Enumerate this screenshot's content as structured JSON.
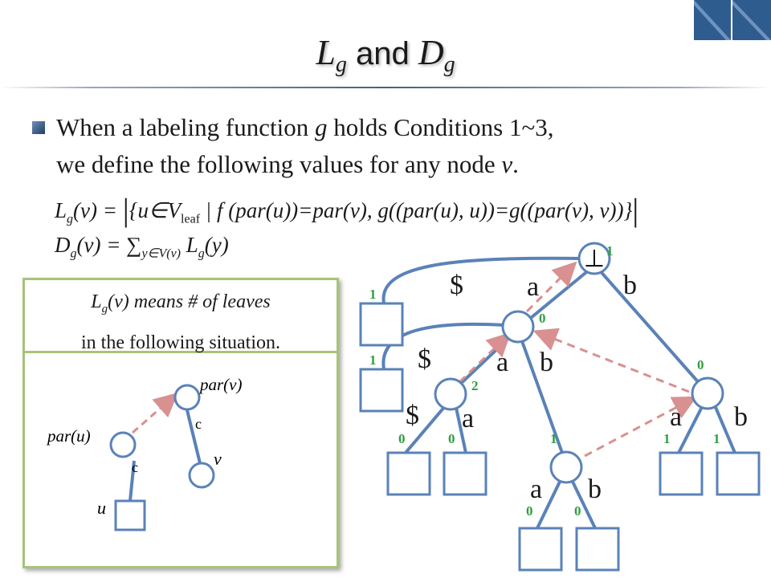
{
  "slide": {
    "title": {
      "l": "L",
      "l_sub": "g",
      "and": "and",
      "d": "D",
      "d_sub": "g"
    },
    "colors": {
      "title_rule": "#4b5f7a",
      "bullet": "#3a5f8f",
      "panel_border": "#a8c37a",
      "edge": "#5a82b8",
      "arrow": "#d89090",
      "count_label": "#2e9e3e",
      "corner_tile": "#2f5c8e"
    }
  },
  "bullet": {
    "line1": {
      "before": "When a labeling function ",
      "g": "g",
      "after": " holds Conditions 1~3,"
    },
    "line2": {
      "before": "we define the following values for any node ",
      "v": "v",
      "after": "."
    }
  },
  "formulas": {
    "lg_def": {
      "lhs": "L",
      "lhs_sub": "g",
      "lhs_arg": "(v) = ",
      "bar": "|",
      "body_pre": "{u∈V",
      "leaf_sub": "leaf",
      "body_post": " | f (par(u))=par(v), g((par(u), u))=g((par(v), v))}"
    },
    "dg_def": {
      "lhs": "D",
      "lhs_sub": "g",
      "lhs_arg": "(v) = ∑",
      "sum_sub": "y∈V(v)",
      "rhs": " L",
      "rhs_sub": "g",
      "rhs_arg": "(y)"
    }
  },
  "panel": {
    "header": {
      "l": "L",
      "l_sub": "g",
      "mid": "(v) means # of leaves",
      "line2": "in the following situation."
    },
    "diagram": {
      "par_v": "par(v)",
      "par_u": "par(u)",
      "edge_label": "c",
      "v": "v",
      "u": "u"
    }
  },
  "tree": {
    "root_symbol": "⊥",
    "edge_labels": [
      "$",
      "a",
      "b",
      "$",
      "a",
      "b",
      "$",
      "a",
      "a",
      "b",
      "a",
      "b"
    ],
    "counts": [
      "1",
      "1",
      "1",
      "0",
      "2",
      "0",
      "0",
      "0",
      "1",
      "1",
      "1",
      "0",
      "0"
    ]
  }
}
